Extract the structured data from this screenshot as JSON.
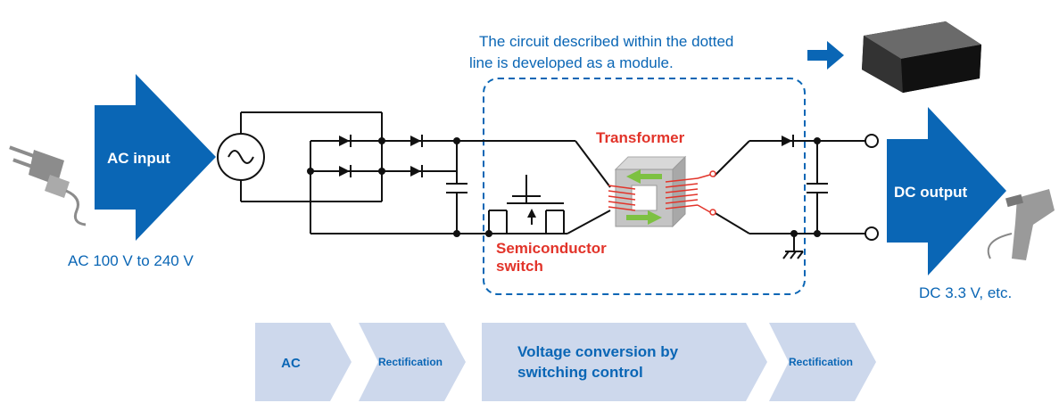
{
  "note": {
    "line1": "The circuit described within the dotted",
    "line2": "line is developed as a module."
  },
  "input": {
    "label": "AC input",
    "voltage": "AC 100 V to 240 V"
  },
  "output": {
    "label": "DC output",
    "voltage": "DC 3.3 V, etc."
  },
  "components": {
    "transformer": "Transformer",
    "switch_line1": "Semiconductor",
    "switch_line2": "switch"
  },
  "stages": [
    {
      "label": "AC"
    },
    {
      "label": "Rectification"
    },
    {
      "line1": "Voltage conversion by",
      "line2": "switching control"
    },
    {
      "label": "Rectification"
    }
  ],
  "colors": {
    "blue": "#0a66b5",
    "red": "#e2342a",
    "stage_fill": "#cdd8ec",
    "stage_text": "#0a66b5",
    "wire": "#111111",
    "green_arrow": "#7dc142"
  }
}
